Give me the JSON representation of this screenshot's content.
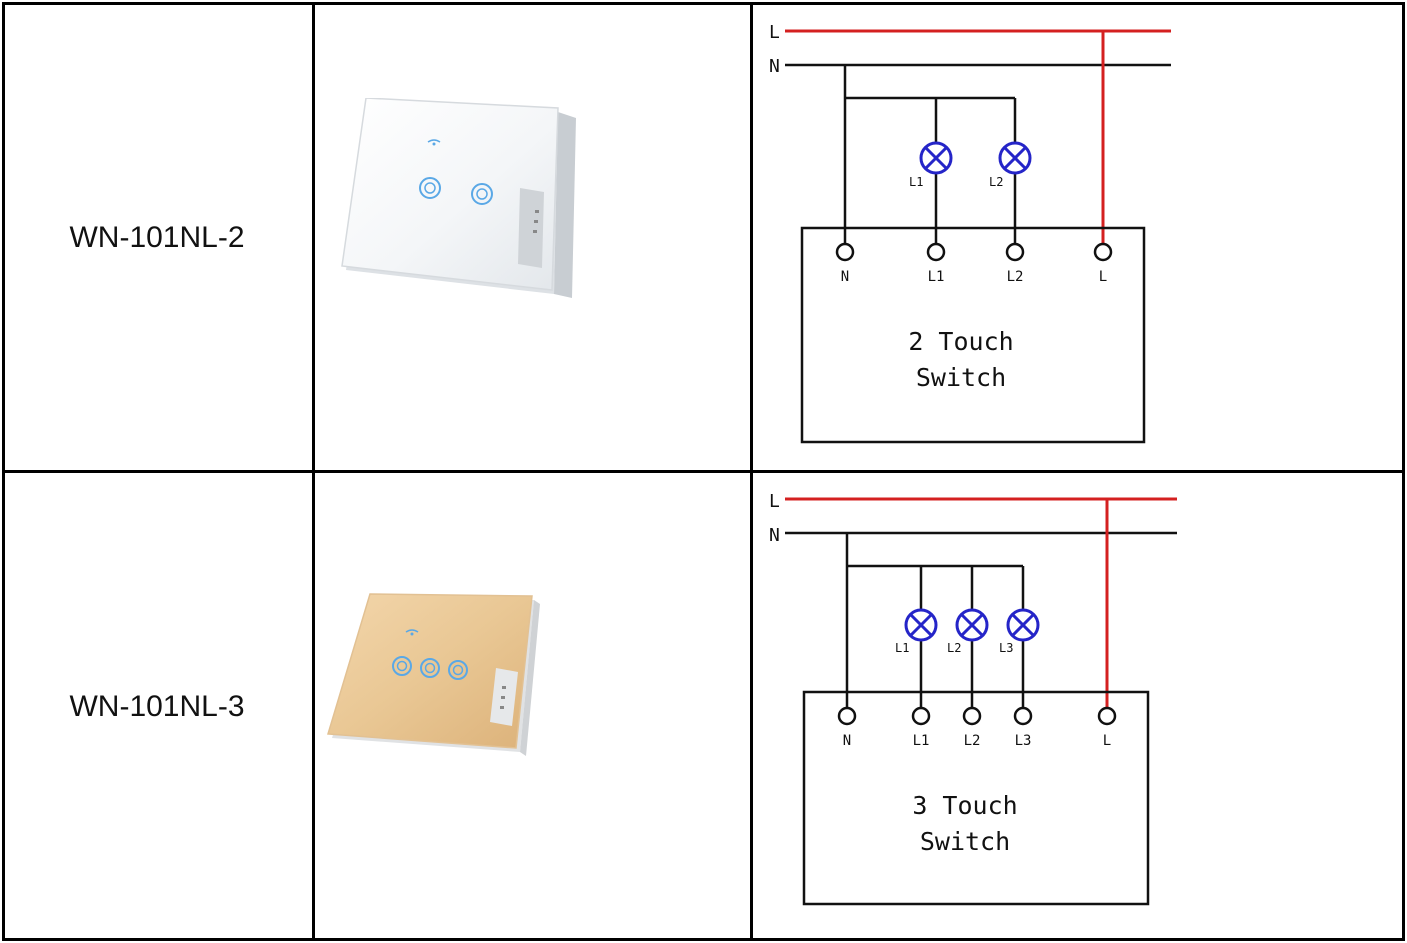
{
  "rows": [
    {
      "model": "WN-101NL-2",
      "finish_color": "#ffffff",
      "diagram": {
        "line_label": "L",
        "neutral_label": "N",
        "lamp_labels": [
          "L1",
          "L2"
        ],
        "terminal_labels": [
          "N",
          "L1",
          "L2",
          "L"
        ],
        "box_title_line1": "2 Touch",
        "box_title_line2": "Switch"
      }
    },
    {
      "model": "WN-101NL-3",
      "finish_color": "#e8c89a",
      "diagram": {
        "line_label": "L",
        "neutral_label": "N",
        "lamp_labels": [
          "L1",
          "L2",
          "L3"
        ],
        "terminal_labels": [
          "N",
          "L1",
          "L2",
          "L3",
          "L"
        ],
        "box_title_line1": "3 Touch",
        "box_title_line2": "Switch"
      }
    }
  ],
  "colors": {
    "live_wire": "#d42020",
    "neutral_wire": "#111111",
    "lamp": "#2525c8",
    "grid": "#000000",
    "button_glow": "#5aa8e6"
  }
}
